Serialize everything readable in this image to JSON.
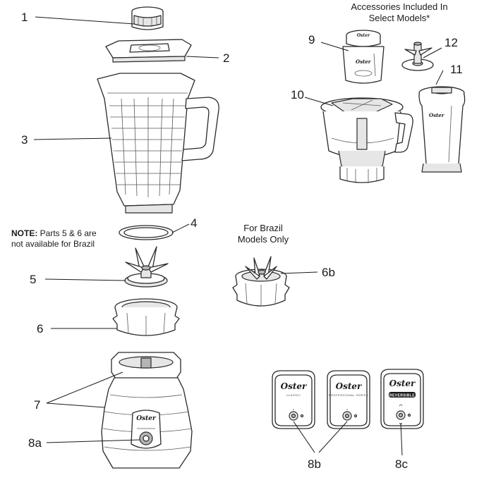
{
  "parts": {
    "p1": "1",
    "p2": "2",
    "p3": "3",
    "p4": "4",
    "p5": "5",
    "p6": "6",
    "p6b": "6b",
    "p7": "7",
    "p8a": "8a",
    "p8b": "8b",
    "p8c": "8c",
    "p9": "9",
    "p10": "10",
    "p11": "11",
    "p12": "12"
  },
  "note": {
    "label": "NOTE:",
    "text": " Parts 5 & 6 are",
    "text2": "not available for Brazil"
  },
  "brazil": {
    "line1": "For Brazil",
    "line2": "Models Only"
  },
  "accessories": {
    "line1": "Accessories Included In",
    "line2": "Select Models*"
  },
  "brand": "Oster",
  "bases": {
    "classic": "CLASSIC",
    "professional": "PROFESSIONAL SERIES",
    "reversible": "REVERSIBLE"
  }
}
